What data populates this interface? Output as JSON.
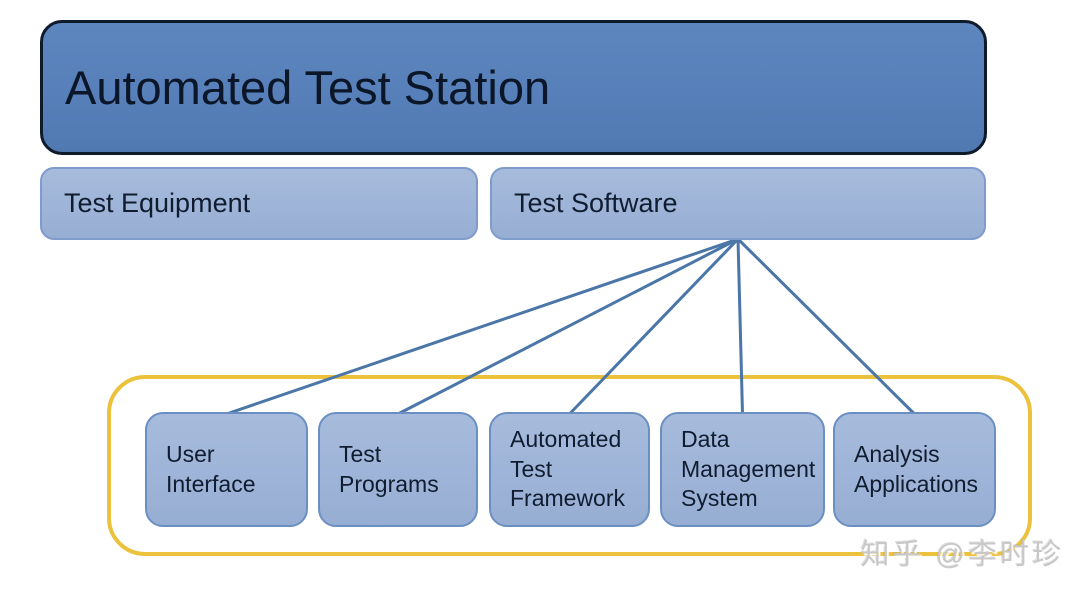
{
  "diagram": {
    "title": {
      "label": "Automated Test Station"
    },
    "subsystems": [
      {
        "id": "test-equipment",
        "label": "Test Equipment"
      },
      {
        "id": "test-software",
        "label": "Test Software"
      }
    ],
    "components": [
      {
        "id": "user-interface",
        "label": "User\nInterface"
      },
      {
        "id": "test-programs",
        "label": "Test\nPrograms"
      },
      {
        "id": "automated-test-framework",
        "label": "Automated\nTest\nFramework"
      },
      {
        "id": "data-management-system",
        "label": "Data\nManagement\nSystem"
      },
      {
        "id": "analysis-applications",
        "label": "Analysis\nApplications"
      }
    ],
    "edges": [
      {
        "from": "test-software",
        "to": "user-interface"
      },
      {
        "from": "test-software",
        "to": "test-programs"
      },
      {
        "from": "test-software",
        "to": "automated-test-framework"
      },
      {
        "from": "test-software",
        "to": "data-management-system"
      },
      {
        "from": "test-software",
        "to": "analysis-applications"
      }
    ],
    "colors": {
      "title_fill": "#577fb9",
      "title_border": "#0f1a2b",
      "box_fill": "#9db3d7",
      "box_border": "#7f9bca",
      "component_border": "#6b8fc2",
      "connector": "#4a76a8",
      "group_border": "#ecc13c",
      "text": "#101c30",
      "background": "#ffffff",
      "watermark": "#c8c8c8"
    }
  },
  "watermark": {
    "label": "知乎 @李时珍"
  }
}
